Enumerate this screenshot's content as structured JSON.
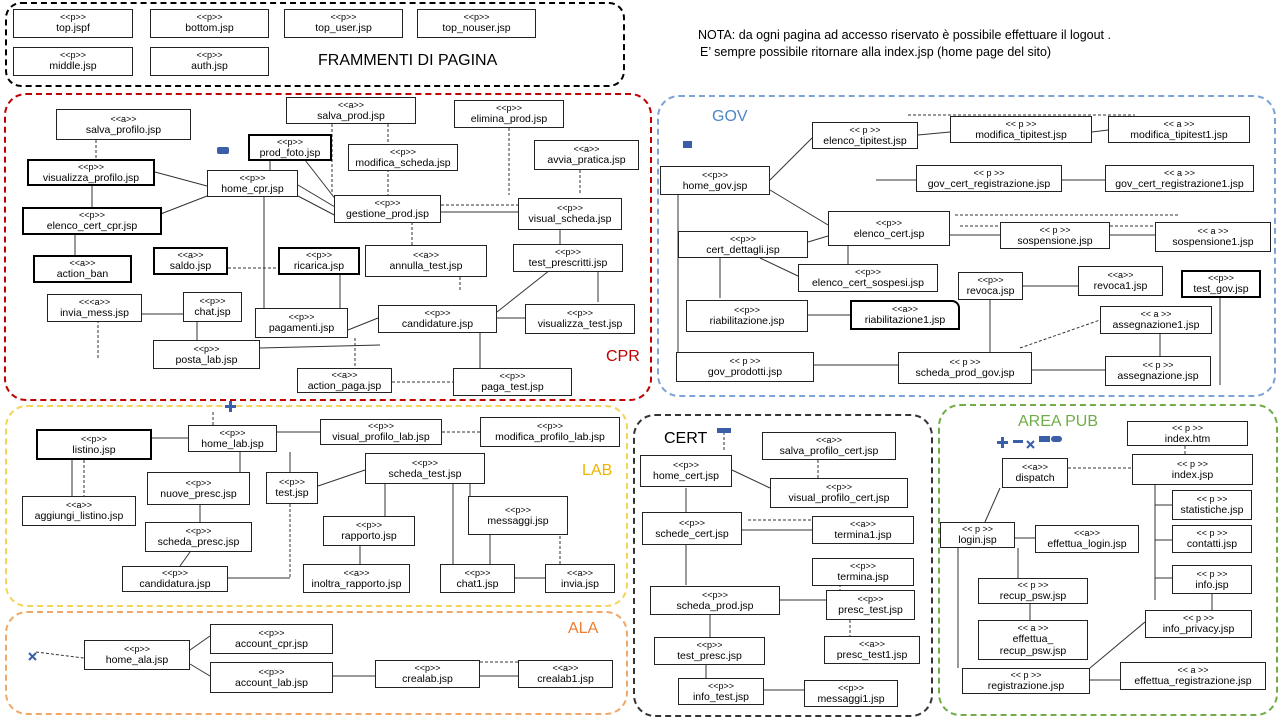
{
  "note": {
    "line1": "NOTA: da ogni pagina ad accesso riservato è possibile effettuare il logout .",
    "line2": "E’ sempre possibile ritornare alla index.jsp (home page del sito)"
  },
  "colors": {
    "frammenti": "#000000",
    "cpr": "#c00000",
    "gov": "#7da2d8",
    "lab": "#f5d45a",
    "ala": "#f0a868",
    "cert": "#333333",
    "pub": "#70ad47",
    "icon_blue": "#3b5ea8"
  },
  "regions": {
    "frammenti": {
      "title": "FRAMMENTI DI PAGINA"
    },
    "cpr": {
      "title": "CPR"
    },
    "gov": {
      "title": "GOV"
    },
    "lab": {
      "title": "LAB"
    },
    "ala": {
      "title": "ALA"
    },
    "cert": {
      "title": "CERT"
    },
    "pub": {
      "title": "AREA PUB"
    }
  },
  "icons": [
    "minus-icon",
    "plus-icon",
    "cross-icon"
  ],
  "boxes": {
    "f1": {
      "tag": "<<p>>",
      "name": "top.jspf"
    },
    "f2": {
      "tag": "<<p>>",
      "name": "bottom.jsp"
    },
    "f3": {
      "tag": "<<p>>",
      "name": "top_user.jsp"
    },
    "f4": {
      "tag": "<<p>>",
      "name": "top_nouser.jsp"
    },
    "f5": {
      "tag": "<<p>>",
      "name": "middle.jsp"
    },
    "f6": {
      "tag": "<<p>>",
      "name": "auth.jsp"
    },
    "c1": {
      "tag": "<<a>>",
      "name": "salva_profilo.jsp"
    },
    "c2": {
      "tag": "<<p>>",
      "name": "visualizza_profilo.jsp"
    },
    "c3": {
      "tag": "<<p>>",
      "name": "elenco_cert_cpr.jsp"
    },
    "c4": {
      "tag": "<<a>>",
      "name": "action_ban"
    },
    "c5": {
      "tag": "<<a>>",
      "name": "saldo.jsp"
    },
    "c6": {
      "tag": "<<p>>",
      "name": "ricarica.jsp"
    },
    "c7": {
      "tag": "<<p>>",
      "name": "home_cpr.jsp"
    },
    "c8": {
      "tag": "<<p>>",
      "name": "prod_foto.jsp"
    },
    "c9": {
      "tag": "<<a>>",
      "name": "salva_prod.jsp"
    },
    "c10": {
      "tag": "<<p>>",
      "name": "modifica_scheda.jsp"
    },
    "c11": {
      "tag": "<<p>>",
      "name": "gestione_prod.jsp"
    },
    "c12": {
      "tag": "<<p>>",
      "name": "elimina_prod.jsp"
    },
    "c13": {
      "tag": "<<a>>",
      "name": "avvia_pratica.jsp"
    },
    "c14": {
      "tag": "<<p>>",
      "name": "visual_scheda.jsp"
    },
    "c15": {
      "tag": "<<a>>",
      "name": "annulla_test.jsp"
    },
    "c16": {
      "tag": "<<p>>",
      "name": "test_prescritti.jsp"
    },
    "c17": {
      "tag": "<<<a>>",
      "name": "invia_mess.jsp"
    },
    "c18": {
      "tag": "<<p>>",
      "name": "chat.jsp"
    },
    "c19": {
      "tag": "<<p>>",
      "name": "pagamenti.jsp"
    },
    "c20": {
      "tag": "<<p>>",
      "name": "candidature.jsp"
    },
    "c21": {
      "tag": "<<p>>",
      "name": "visualizza_test.jsp"
    },
    "c22": {
      "tag": "<<p>>",
      "name": "posta_lab.jsp"
    },
    "c23": {
      "tag": "<<a>>",
      "name": "action_paga.jsp"
    },
    "c24": {
      "tag": "<<p>>",
      "name": "paga_test.jsp"
    },
    "g1": {
      "tag": "<<p>>",
      "name": "home_gov.jsp"
    },
    "g2": {
      "tag": "<< p >>",
      "name": "elenco_tipitest.jsp"
    },
    "g3": {
      "tag": "<< p >>",
      "name": "modifica_tipitest.jsp"
    },
    "g4": {
      "tag": "<< a >>",
      "name": "modifica_tipitest1.jsp"
    },
    "g5": {
      "tag": "<< p >>",
      "name": "gov_cert_registrazione.jsp"
    },
    "g6": {
      "tag": "<< a >>",
      "name": "gov_cert_registrazione1.jsp"
    },
    "g7": {
      "tag": "<<p>>",
      "name": "cert_dettagli.jsp"
    },
    "g8": {
      "tag": "<<p>>",
      "name": "elenco_cert.jsp"
    },
    "g9": {
      "tag": "<< p >>",
      "name": "sospensione.jsp"
    },
    "g10": {
      "tag": "<< a >>",
      "name": "sospensione1.jsp"
    },
    "g11": {
      "tag": "<<p>>",
      "name": "elenco_cert_sospesi.jsp"
    },
    "g12": {
      "tag": "<<p>>",
      "name": "revoca.jsp"
    },
    "g13": {
      "tag": "<<a>>",
      "name": "revoca1.jsp"
    },
    "g14": {
      "tag": "<<p>>",
      "name": "test_gov.jsp"
    },
    "g15": {
      "tag": "<<p>>",
      "name": "riabilitazione.jsp"
    },
    "g16": {
      "tag": "<<a>>",
      "name": "riabilitazione1.jsp"
    },
    "g17": {
      "tag": "<< a >>",
      "name": "assegnazione1.jsp"
    },
    "g18": {
      "tag": "<< p >>",
      "name": "gov_prodotti.jsp"
    },
    "g19": {
      "tag": "<< p >>",
      "name": "scheda_prod_gov.jsp"
    },
    "g20": {
      "tag": "<< p >>",
      "name": "assegnazione.jsp"
    },
    "l1": {
      "tag": "<<p>>",
      "name": "listino.jsp"
    },
    "l2": {
      "tag": "<<p>>",
      "name": "home_lab.jsp"
    },
    "l3": {
      "tag": "<<p>>",
      "name": "visual_profilo_lab.jsp"
    },
    "l4": {
      "tag": "<<p>>",
      "name": "modifica_profilo_lab.jsp"
    },
    "l5": {
      "tag": "<<p>>",
      "name": "nuove_presc.jsp"
    },
    "l6": {
      "tag": "<<p>>",
      "name": "test.jsp"
    },
    "l7": {
      "tag": "<<p>>",
      "name": "scheda_test.jsp"
    },
    "l8": {
      "tag": "<<a>>",
      "name": "aggiungi_listino.jsp"
    },
    "l9": {
      "tag": "<<p>>",
      "name": "messaggi.jsp"
    },
    "l10": {
      "tag": "<<p>>",
      "name": "rapporto.jsp"
    },
    "l11": {
      "tag": "<<p>>",
      "name": "scheda_presc.jsp"
    },
    "l12": {
      "tag": "<<p>>",
      "name": "candidatura.jsp"
    },
    "l13": {
      "tag": "<<a>>",
      "name": "inoltra_rapporto.jsp"
    },
    "l14": {
      "tag": "<<p>>",
      "name": "chat1.jsp"
    },
    "l15": {
      "tag": "<<a>>",
      "name": "invia.jsp"
    },
    "a1": {
      "tag": "<<p>>",
      "name": "home_ala.jsp"
    },
    "a2": {
      "tag": "<<p>>",
      "name": "account_cpr.jsp"
    },
    "a3": {
      "tag": "<<p>>",
      "name": "account_lab.jsp"
    },
    "a4": {
      "tag": "<<p>>",
      "name": "crealab.jsp"
    },
    "a5": {
      "tag": "<<a>>",
      "name": "crealab1.jsp"
    },
    "e1": {
      "tag": "<<p>>",
      "name": "home_cert.jsp"
    },
    "e2": {
      "tag": "<<a>>",
      "name": "salva_profilo_cert.jsp"
    },
    "e3": {
      "tag": "<<p>>",
      "name": "visual_profilo_cert.jsp"
    },
    "e4": {
      "tag": "<<p>>",
      "name": "schede_cert.jsp"
    },
    "e5": {
      "tag": "<<a>>",
      "name": "termina1.jsp"
    },
    "e6": {
      "tag": "<<p>>",
      "name": "termina.jsp"
    },
    "e7": {
      "tag": "<<p>>",
      "name": "scheda_prod.jsp"
    },
    "e8": {
      "tag": "<<p>>",
      "name": "presc_test.jsp"
    },
    "e9": {
      "tag": "<<a>>",
      "name": "presc_test1.jsp"
    },
    "e10": {
      "tag": "<<p>>",
      "name": "test_presc.jsp"
    },
    "e11": {
      "tag": "<<p>>",
      "name": "info_test.jsp"
    },
    "e12": {
      "tag": "<<p>>",
      "name": "messaggi1.jsp"
    },
    "p1": {
      "tag": "<< p >>",
      "name": "index.htm"
    },
    "p2": {
      "tag": "<<a>>",
      "name": "dispatch"
    },
    "p3": {
      "tag": "<< p >>",
      "name": "index.jsp"
    },
    "p4": {
      "tag": "<< p >>",
      "name": "statistiche.jsp"
    },
    "p5": {
      "tag": "<< p >>",
      "name": "login.jsp"
    },
    "p6": {
      "tag": "<<a>>",
      "name": "effettua_login.jsp"
    },
    "p7": {
      "tag": "<< p >>",
      "name": "contatti.jsp"
    },
    "p8": {
      "tag": "<< p >>",
      "name": "info.jsp"
    },
    "p9": {
      "tag": "<< p >>",
      "name": "recup_psw.jsp"
    },
    "p10": {
      "tag": "<< a >>",
      "name": "effettua_\nrecup_psw.jsp"
    },
    "p11": {
      "tag": "<< p >>",
      "name": "info_privacy.jsp"
    },
    "p12": {
      "tag": "<< p >>",
      "name": "registrazione.jsp"
    },
    "p13": {
      "tag": "<< a >>",
      "name": "effettua_registrazione.jsp"
    }
  }
}
